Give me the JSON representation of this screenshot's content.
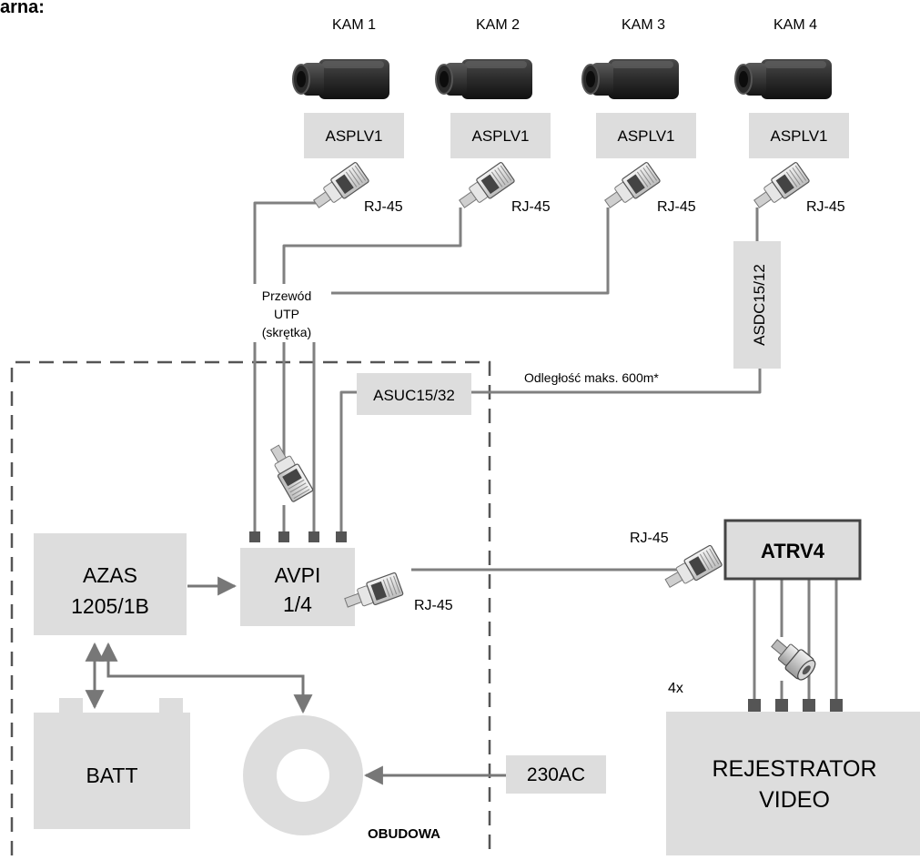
{
  "title_fragment": "arna:",
  "cameras": [
    {
      "label": "KAM 1",
      "module": "ASPLV1",
      "connector": "RJ-45"
    },
    {
      "label": "KAM 2",
      "module": "ASPLV1",
      "connector": "RJ-45"
    },
    {
      "label": "KAM 3",
      "module": "ASPLV1",
      "connector": "RJ-45"
    },
    {
      "label": "KAM 4",
      "module": "ASPLV1",
      "connector": "RJ-45"
    }
  ],
  "cable": {
    "line1": "Przewód",
    "line2": "UTP",
    "line3": "(skrętka)"
  },
  "asdc": "ASDC15/12",
  "asuc": "ASUC15/32",
  "distance": "Odległość maks. 600m*",
  "azas": {
    "line1": "AZAS",
    "line2": "1205/1B"
  },
  "avpi": {
    "line1": "AVPI",
    "line2": "1/4"
  },
  "avpi_connector": "RJ-45",
  "atrv_connector": "RJ-45",
  "atrv": "ATRV4",
  "bnc_count": "4x",
  "batt": "BATT",
  "power": "230AC",
  "recorder": {
    "line1": "REJESTRATOR",
    "line2": "VIDEO"
  },
  "enclosure": "OBUDOWA",
  "colors": {
    "box": "#dddddd",
    "line": "#808080",
    "dark": "#333333"
  }
}
